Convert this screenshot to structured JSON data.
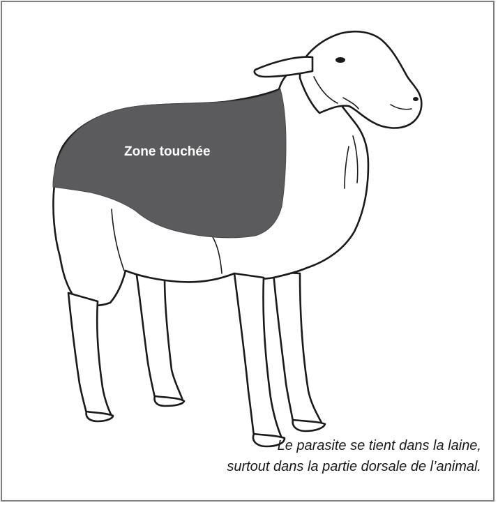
{
  "diagram": {
    "region_label": "Zone touchée",
    "caption": {
      "line1": "Le parasite se tient dans la laine,",
      "line2": "surtout dans la partie dorsale de l’animal."
    }
  },
  "colors": {
    "frame": "#7d7d7d",
    "outline": "#1a1a1a",
    "affected_zone": "#5b5b5d",
    "fleece": "#ffffff"
  }
}
